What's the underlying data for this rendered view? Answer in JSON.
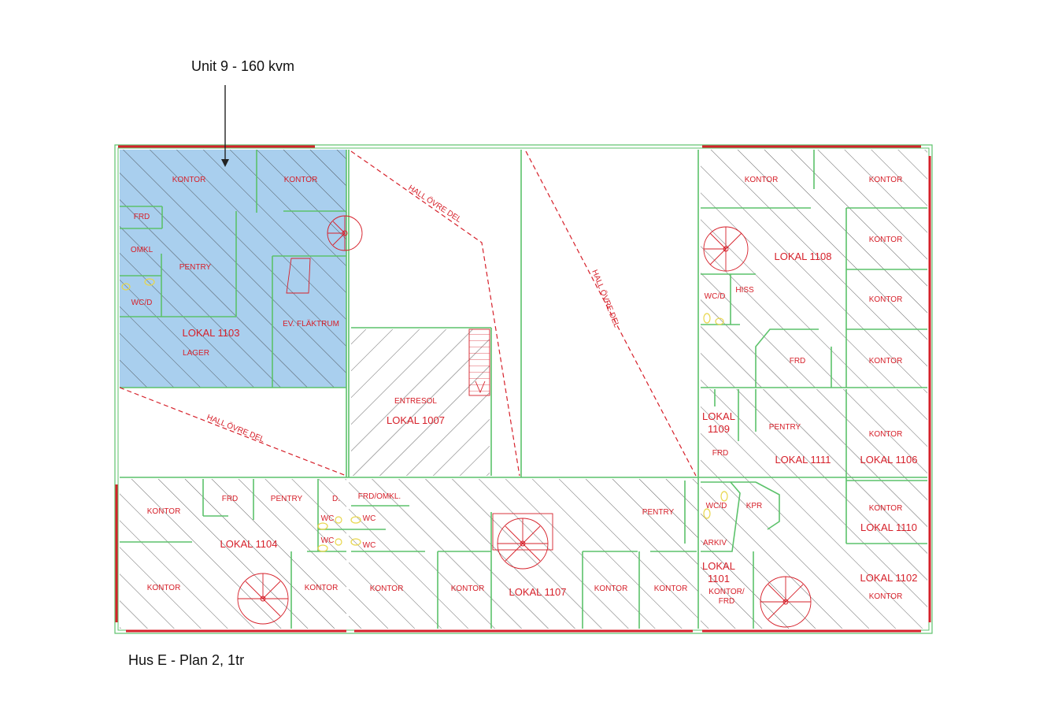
{
  "callout": {
    "text": "Unit 9 - 160 kvm"
  },
  "footer": {
    "text": "Hus E - Plan 2, 1tr"
  },
  "colors": {
    "highlight": "#a9cfee",
    "wall": "#5cc26b",
    "annotation": "#d6202a",
    "fixture": "#e8d64a",
    "hatch": "#333333"
  },
  "rooms": [
    {
      "id": "r1",
      "text": "KONTOR",
      "size": "s"
    },
    {
      "id": "r2",
      "text": "KONTOR",
      "size": "s"
    },
    {
      "id": "r3",
      "text": "FRD",
      "size": "s"
    },
    {
      "id": "r4",
      "text": "OMKL",
      "size": "s"
    },
    {
      "id": "r5",
      "text": "PENTRY",
      "size": "s"
    },
    {
      "id": "r6",
      "text": "WC/D",
      "size": "s"
    },
    {
      "id": "r7",
      "text": "LOKAL 1103",
      "size": "l"
    },
    {
      "id": "r8",
      "text": "LAGER",
      "size": "s"
    },
    {
      "id": "r9",
      "text": "EV. FLÄKTRUM",
      "size": "s"
    },
    {
      "id": "r10",
      "text": "ENTRESOL",
      "size": "s"
    },
    {
      "id": "r11",
      "text": "LOKAL 1007",
      "size": "l"
    },
    {
      "id": "r12",
      "text": "KONTOR",
      "size": "s"
    },
    {
      "id": "r13",
      "text": "KONTOR",
      "size": "s"
    },
    {
      "id": "r14",
      "text": "KONTOR",
      "size": "s"
    },
    {
      "id": "r15",
      "text": "LOKAL 1108",
      "size": "l"
    },
    {
      "id": "r16",
      "text": "KONTOR",
      "size": "s"
    },
    {
      "id": "r17",
      "text": "WC/D",
      "size": "s"
    },
    {
      "id": "r18",
      "text": "HISS",
      "size": "s"
    },
    {
      "id": "r19",
      "text": "FRD",
      "size": "s"
    },
    {
      "id": "r20",
      "text": "KONTOR",
      "size": "s"
    },
    {
      "id": "r21",
      "text": "LOKAL",
      "size": "l"
    },
    {
      "id": "r22",
      "text": "1109",
      "size": "l"
    },
    {
      "id": "r23",
      "text": "PENTRY",
      "size": "s"
    },
    {
      "id": "r24",
      "text": "FRD",
      "size": "s"
    },
    {
      "id": "r25",
      "text": "LOKAL 1111",
      "size": "l"
    },
    {
      "id": "r26",
      "text": "KONTOR",
      "size": "s"
    },
    {
      "id": "r27",
      "text": "LOKAL 1106",
      "size": "l"
    },
    {
      "id": "r28",
      "text": "KONTOR",
      "size": "s"
    },
    {
      "id": "r29",
      "text": "LOKAL 1110",
      "size": "l"
    },
    {
      "id": "r30",
      "text": "WC/D",
      "size": "s"
    },
    {
      "id": "r31",
      "text": "KPR",
      "size": "s"
    },
    {
      "id": "r32",
      "text": "ARKIV",
      "size": "s"
    },
    {
      "id": "r33",
      "text": "LOKAL",
      "size": "l"
    },
    {
      "id": "r34",
      "text": "1101",
      "size": "l"
    },
    {
      "id": "r35",
      "text": "KONTOR/",
      "size": "s"
    },
    {
      "id": "r36",
      "text": "FRD",
      "size": "s"
    },
    {
      "id": "r37",
      "text": "LOKAL 1102",
      "size": "l"
    },
    {
      "id": "r38",
      "text": "KONTOR",
      "size": "s"
    },
    {
      "id": "r39",
      "text": "KONTOR",
      "size": "s"
    },
    {
      "id": "r40",
      "text": "FRD",
      "size": "s"
    },
    {
      "id": "r41",
      "text": "PENTRY",
      "size": "s"
    },
    {
      "id": "r42",
      "text": "D.",
      "size": "s"
    },
    {
      "id": "r43",
      "text": "FRD/OMKL.",
      "size": "s"
    },
    {
      "id": "r44",
      "text": "WC",
      "size": "s"
    },
    {
      "id": "r45",
      "text": "WC",
      "size": "s"
    },
    {
      "id": "r46",
      "text": "WC",
      "size": "s"
    },
    {
      "id": "r47",
      "text": "WC",
      "size": "s"
    },
    {
      "id": "r48",
      "text": "LOKAL 1104",
      "size": "l"
    },
    {
      "id": "r49",
      "text": "KONTOR",
      "size": "s"
    },
    {
      "id": "r50",
      "text": "KONTOR",
      "size": "s"
    },
    {
      "id": "r51",
      "text": "KONTOR",
      "size": "s"
    },
    {
      "id": "r52",
      "text": "KONTOR",
      "size": "s"
    },
    {
      "id": "r53",
      "text": "LOKAL 1107",
      "size": "l"
    },
    {
      "id": "r54",
      "text": "KONTOR",
      "size": "s"
    },
    {
      "id": "r55",
      "text": "KONTOR",
      "size": "s"
    },
    {
      "id": "r56",
      "text": "PENTRY",
      "size": "s"
    }
  ],
  "halls": [
    {
      "id": "h1",
      "text": "HALL ÖVRE DEL"
    },
    {
      "id": "h2",
      "text": "HALL ÖVRE DEL"
    },
    {
      "id": "h3",
      "text": "HALL ÖVRE DEL"
    }
  ]
}
